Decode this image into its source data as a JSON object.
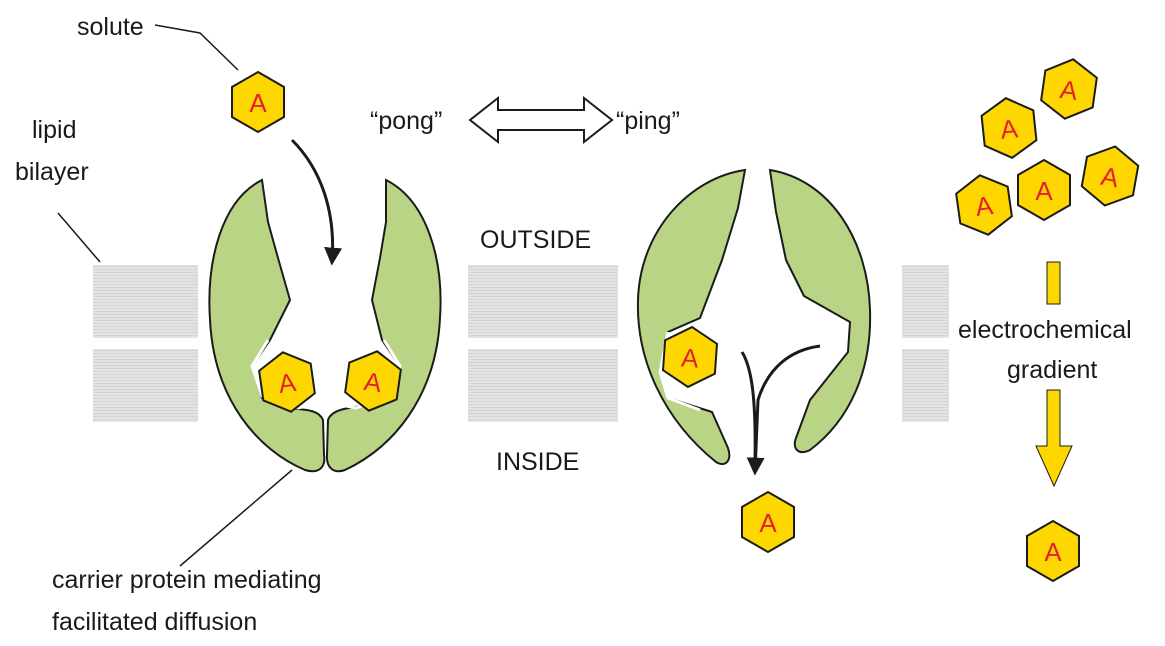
{
  "labels": {
    "solute": "solute",
    "lipid_line1": "lipid",
    "lipid_line2": "bilayer",
    "pong": "“pong”",
    "ping": "“ping”",
    "outside": "OUTSIDE",
    "inside": "INSIDE",
    "gradient_line1": "electrochemical",
    "gradient_line2": "gradient",
    "carrier_line1": "carrier protein mediating",
    "carrier_line2": "facilitated diffusion"
  },
  "molecule_letter": "A",
  "colors": {
    "molecule_fill": "#fed700",
    "molecule_stroke": "#1b1b1b",
    "molecule_letter": "#e4202e",
    "protein_fill": "#b9d484",
    "membrane_fill": "#e1e1e1",
    "arrow": "#1b1b1b",
    "gradient_arrow": "#fed700"
  }
}
